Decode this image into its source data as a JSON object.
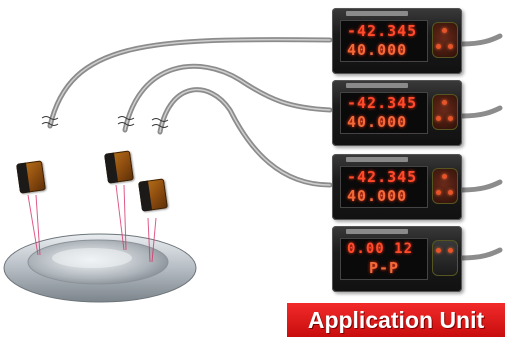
{
  "units": [
    {
      "row1": "-42.345",
      "row2": "40.000"
    },
    {
      "row1": "-42.345",
      "row2": "40.000"
    },
    {
      "row1": "-42.345",
      "row2": "40.000"
    },
    {
      "row1": "0.00 12",
      "row2": "P-P"
    }
  ],
  "banner": {
    "label": "Application Unit"
  },
  "colors": {
    "banner_red": "#e01818",
    "lcd_red": "#ff4a2c",
    "sensor_amber": "#b06a18",
    "cable_gray": "#8c8c8c"
  }
}
